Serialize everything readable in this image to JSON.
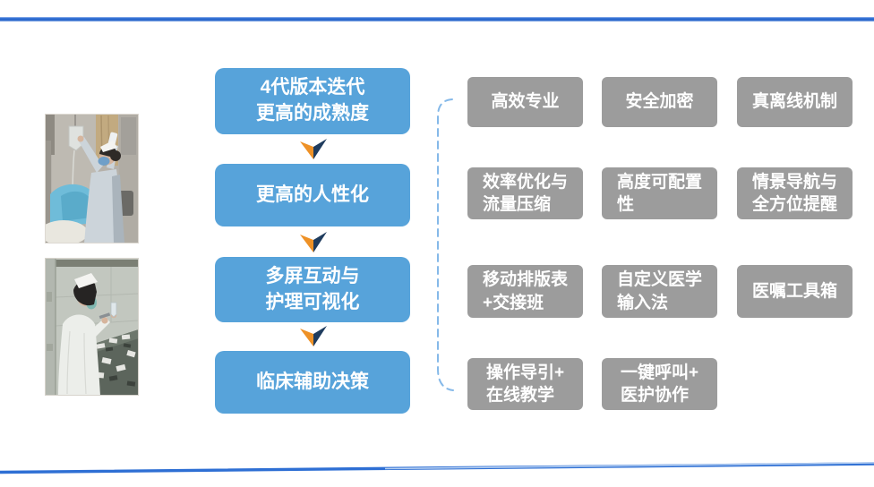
{
  "slide": {
    "background": "#ffffff",
    "decor": {
      "top_line_color": "#2e6fd4",
      "bottom_line_color": "#2e6fd4",
      "bracket_color": "#85b9e9"
    }
  },
  "flow": {
    "box_color": "#57a3da",
    "text_color": "#ffffff",
    "arrow_left_color": "#ee9126",
    "arrow_right_color": "#1f3c5e",
    "boxes": [
      {
        "lines": [
          "4代版本迭代",
          "更高的成熟度"
        ]
      },
      {
        "lines": [
          "更高的人性化"
        ]
      },
      {
        "lines": [
          "多屏互动与",
          "护理可视化"
        ]
      },
      {
        "lines": [
          "临床辅助决策"
        ]
      }
    ]
  },
  "features": {
    "box_color": "#9c9c9c",
    "text_color": "#ffffff",
    "rows": [
      [
        {
          "lines": [
            "高效专业"
          ]
        },
        {
          "lines": [
            "安全加密"
          ]
        },
        {
          "lines": [
            "真离线机制"
          ]
        }
      ],
      [
        {
          "lines": [
            "效率优化与",
            "流量压缩"
          ]
        },
        {
          "lines": [
            "高度可配置",
            "性"
          ]
        },
        {
          "lines": [
            "情景导航与",
            "全方位提醒"
          ]
        }
      ],
      [
        {
          "lines": [
            "移动排版表",
            "+交接班"
          ]
        },
        {
          "lines": [
            "自定义医学",
            "输入法"
          ]
        },
        {
          "lines": [
            "医嘱工具箱"
          ]
        }
      ],
      [
        {
          "lines": [
            "操作导引+",
            "在线教学"
          ]
        },
        {
          "lines": [
            "一键呼叫+",
            "医护协作"
          ]
        }
      ]
    ]
  },
  "photos": [
    {
      "name": "nurse-scanning-iv-photo"
    },
    {
      "name": "nurse-preparing-medication-photo"
    }
  ]
}
